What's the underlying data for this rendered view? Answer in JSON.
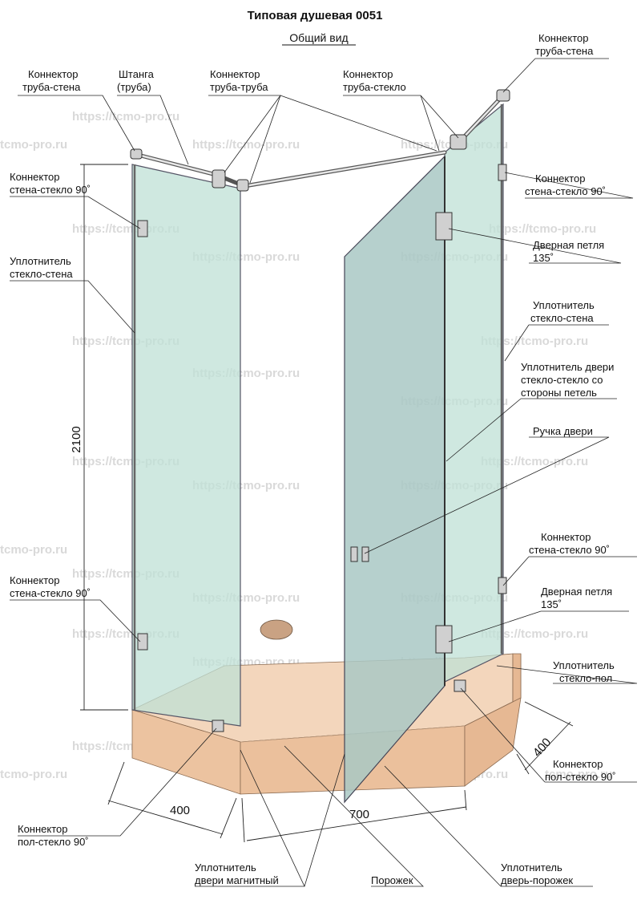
{
  "title": "Типовая душевая 0051",
  "subtitle": "Общий вид",
  "watermark": "https://tcmo-pro.ru",
  "watermark_short": "tcmo-pro.ru",
  "colors": {
    "glass": "#bfe0d6",
    "tray": "#f0c9a8",
    "metal": "#d0d0d0"
  },
  "labels": {
    "conn_pipe_wall_left": [
      "Коннектор",
      "труба-стена"
    ],
    "rod": [
      "Штанга",
      "(труба)"
    ],
    "conn_pipe_pipe": [
      "Коннектор",
      "труба-труба"
    ],
    "conn_pipe_glass": [
      "Коннектор",
      "труба-стекло"
    ],
    "conn_pipe_wall_right": [
      "Коннектор",
      "труба-стена"
    ],
    "conn_wall_glass_left_top": [
      "Коннектор",
      "стена-стекло 90˚"
    ],
    "seal_glass_wall_left": [
      "Уплотнитель",
      "стекло-стена"
    ],
    "conn_wall_glass_left_bottom": [
      "Коннектор",
      "стена-стекло 90˚"
    ],
    "conn_floor_glass_left": [
      "Коннектор",
      "пол-стекло 90˚"
    ],
    "seal_door_magnetic": [
      "Уплотнитель",
      "двери магнитный"
    ],
    "threshold": [
      "Порожек"
    ],
    "seal_door_threshold": [
      "Уплотнитель",
      "дверь-порожек"
    ],
    "conn_floor_glass_right": [
      "Коннектор",
      "пол-стекло 90˚"
    ],
    "seal_glass_floor": [
      "Уплотнитель",
      "стекло-пол"
    ],
    "hinge_bottom": [
      "Дверная петля",
      "135˚"
    ],
    "conn_wall_glass_right_bottom": [
      "Коннектор",
      "стена-стекло 90˚"
    ],
    "handle": [
      "Ручка двери"
    ],
    "seal_door_glass_hinges": [
      "Уплотнитель двери",
      "стекло-стекло со",
      "стороны петель"
    ],
    "seal_glass_wall_right": [
      "Уплотнитель",
      "стекло-стена"
    ],
    "hinge_top": [
      "Дверная петля",
      "135˚"
    ],
    "conn_wall_glass_right_top": [
      "Коннектор",
      "стена-стекло 90˚"
    ]
  },
  "dimensions": {
    "height": "2100",
    "left_width": "400",
    "front_width": "700",
    "right_width": "400"
  }
}
